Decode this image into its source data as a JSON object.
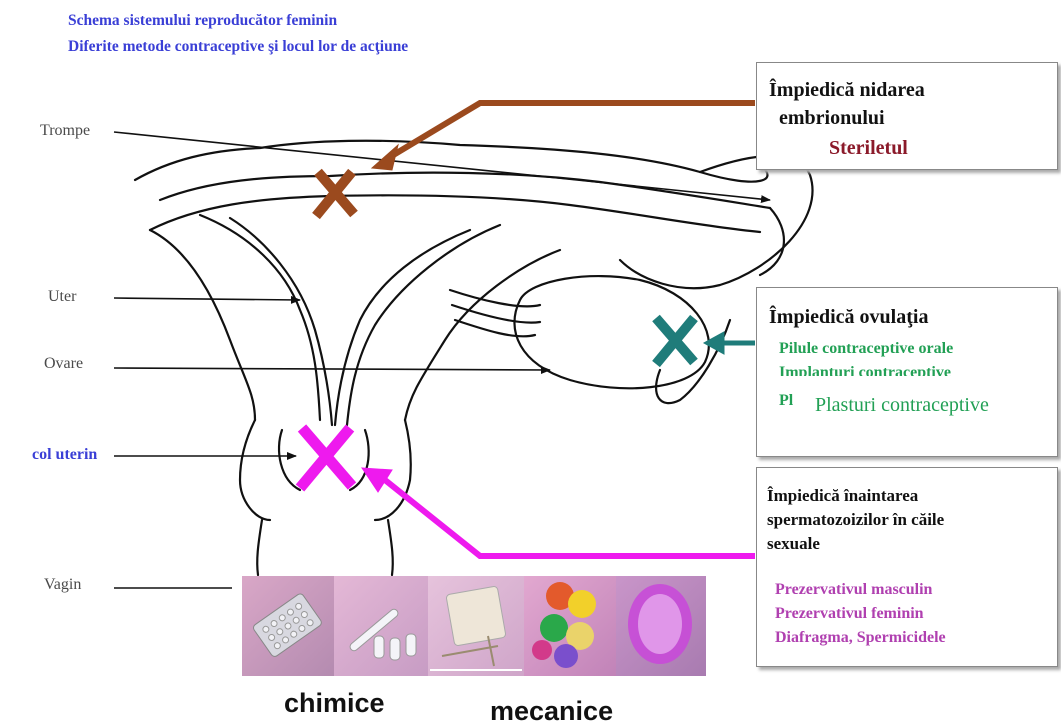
{
  "title": {
    "line1": "Schema sistemului reproducător feminin",
    "line2": "Diferite metode contraceptive şi locul lor de acţiune"
  },
  "labels": {
    "trompe": "Trompe",
    "uter": "Uter",
    "ovare": "Ovare",
    "col_uterin": "col uterin",
    "vagin": "Vagin"
  },
  "box_nidation": {
    "heading_line1": "Împiedică nidarea",
    "heading_line2": "embrionului",
    "method": "Steriletul"
  },
  "box_ovulation": {
    "heading": "Împiedică ovulaţia",
    "item1": "Pilule contraceptive orale",
    "item2": "Implanturi contraceptive",
    "item3_prefix": "Pl",
    "item3_overlay": "Plasturi contraceptive"
  },
  "box_sperm": {
    "heading_line1": "Împiedică înaintarea",
    "heading_line2": "spermatozoizilor în căile",
    "heading_line3": "sexuale",
    "item1": "Prezervativul masculin",
    "item2": "Prezervativul feminin",
    "item3": "Diafragma, Spermicidele"
  },
  "bottom": {
    "chimice": "chimice",
    "mecanice": "mecanice"
  },
  "colors": {
    "title_blue": "#3a3fd6",
    "arrow_brown": "#9b4a1e",
    "arrow_teal": "#1f7c7a",
    "arrow_magenta": "#ee1aee",
    "text_green": "#22a055",
    "text_purple": "#b040b0",
    "text_darkred": "#8b1a2a"
  }
}
